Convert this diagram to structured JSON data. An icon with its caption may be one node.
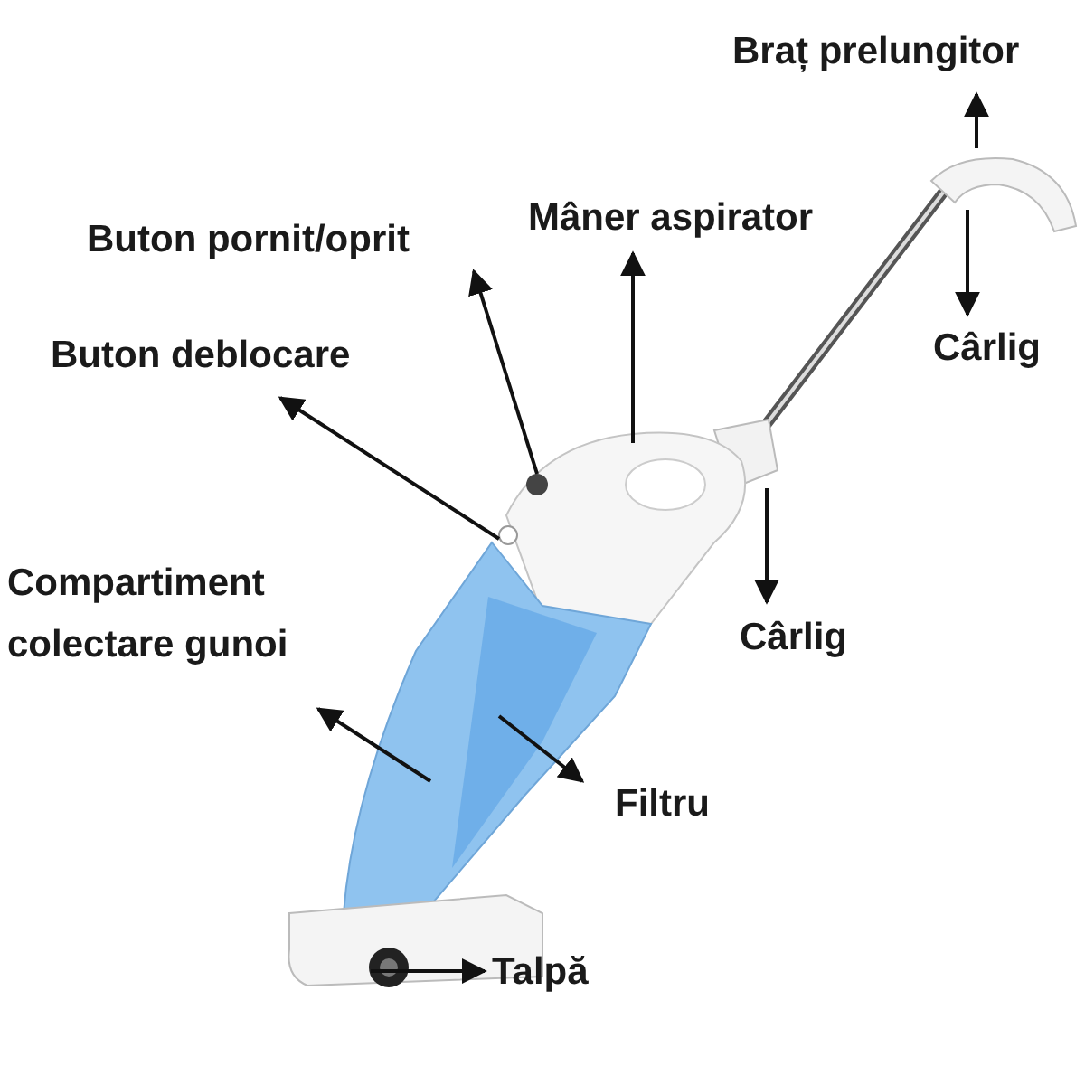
{
  "diagram": {
    "nodes": [
      {
        "text": [
          "Braț prelungitor"
        ]
      },
      {
        "text": [
          "Mâner aspirator"
        ]
      },
      {
        "text": [
          "Buton pornit/oprit"
        ]
      },
      {
        "text": [
          "Cârlig"
        ]
      },
      {
        "text": [
          "Buton deblocare"
        ]
      },
      {
        "text": [
          "Compartiment colectare gunoi"
        ]
      },
      {
        "text": [
          "Cârlig"
        ]
      },
      {
        "text": [
          "Filtru"
        ]
      },
      {
        "text": [
          "Talpă"
        ]
      }
    ],
    "edges": [
      {
        "from": null,
        "to": 0,
        "arrow": "to"
      },
      {
        "from": null,
        "to": 1,
        "arrow": "to"
      },
      {
        "from": null,
        "to": 2,
        "arrow": "to"
      },
      {
        "from": null,
        "to": 3,
        "arrow": "to"
      },
      {
        "from": null,
        "to": 4,
        "arrow": "to"
      },
      {
        "from": null,
        "to": 5,
        "arrow": "to"
      },
      {
        "from": null,
        "to": 6,
        "arrow": "to"
      },
      {
        "from": null,
        "to": 7,
        "arrow": "to"
      },
      {
        "from": null,
        "to": 8,
        "arrow": "to"
      }
    ]
  }
}
